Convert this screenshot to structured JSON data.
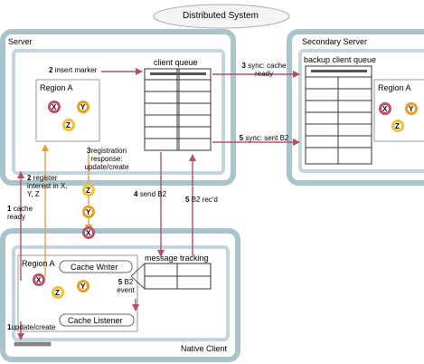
{
  "diagram": {
    "title": "Distributed System",
    "server": {
      "label": "Server",
      "client_queue_label": "client queue",
      "region_label": "Region A",
      "insert_marker_num": "2",
      "insert_marker_text": "insert marker"
    },
    "secondary": {
      "label": "Secondary Server",
      "queue_label": "backup client queue",
      "region_label": "Region A"
    },
    "native_client": {
      "label": "Native Client",
      "region_label": "Region A",
      "cache_writer": "Cache Writer",
      "cache_listener": "Cache Listener",
      "message_tracking": "message tracking"
    },
    "steps": {
      "cache_ready_num": "1",
      "cache_ready_text": "cache ready",
      "register_num": "2",
      "register_text": "register interest in X, Y, Z",
      "registration_num": "3",
      "registration_text": "registration response: update/create",
      "sync_ready_num": "3",
      "sync_ready_text": "sync: cache ready",
      "send_num": "4",
      "send_text": "send B2",
      "recd_num": "5",
      "recd_text": "B2 rec'd",
      "sync_sent_num": "5",
      "sync_sent_text": "sync: sent B2",
      "event_num": "5",
      "event_text": "B2 event",
      "update_num": "1",
      "update_text": "update/create"
    },
    "entries": {
      "x": "X",
      "y": "Y",
      "z": "Z"
    },
    "colors": {
      "outer_border": "#a9c4cc",
      "inner_border": "#c2d6dc",
      "arrow_red": "#b0506a",
      "arrow_orange": "#e8a040",
      "entry_red": "#c0506a",
      "entry_orange": "#e8a020",
      "entry_yellow": "#f2c030"
    }
  }
}
